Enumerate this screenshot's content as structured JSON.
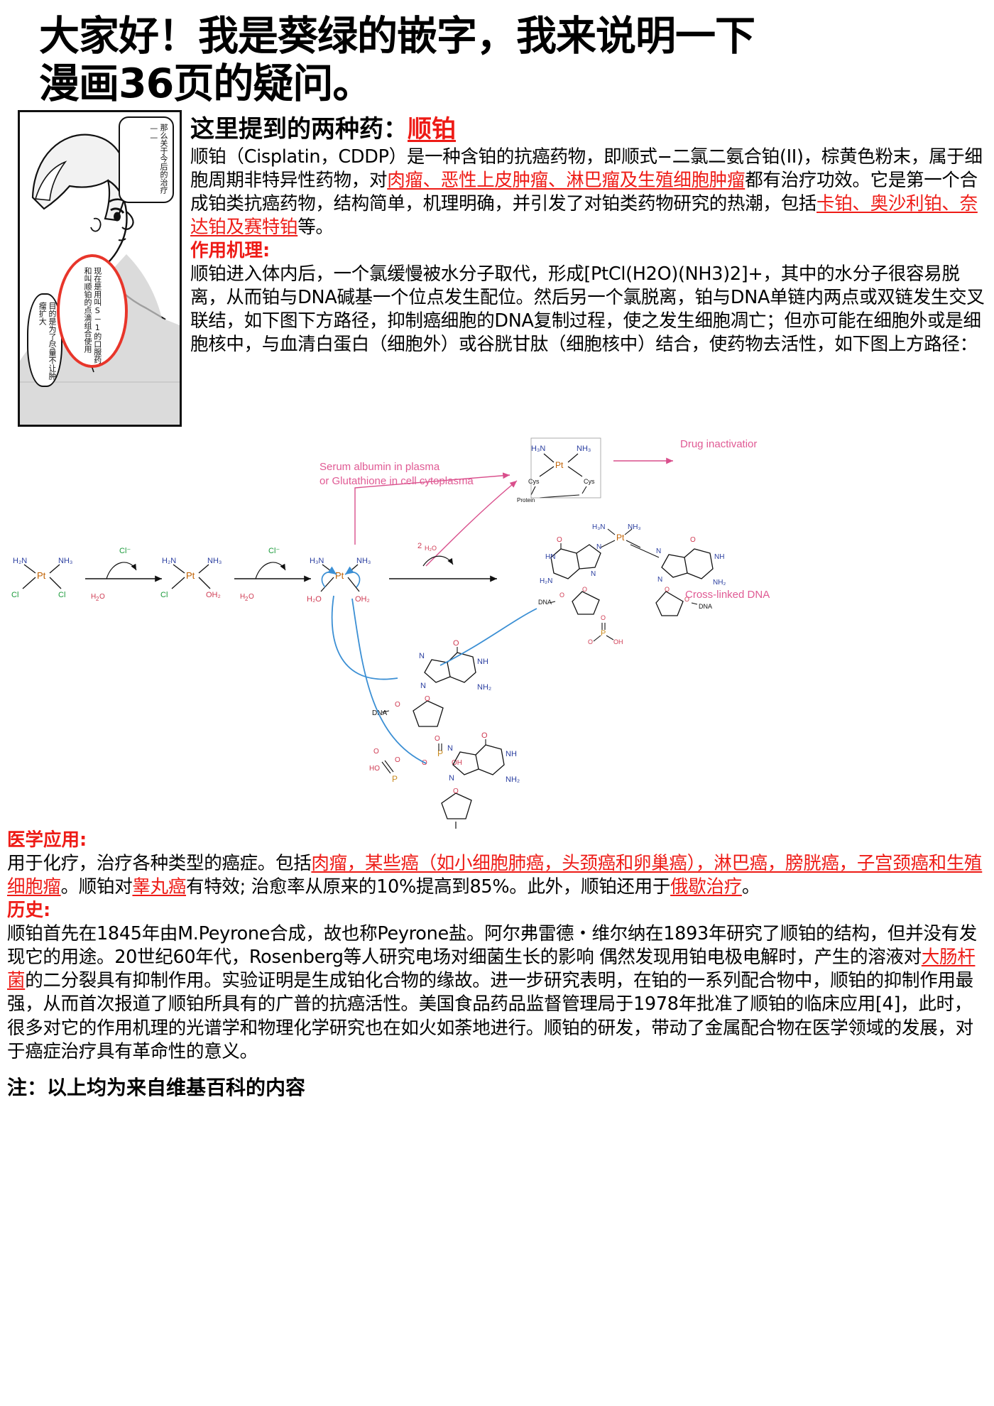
{
  "header": {
    "line1": "大家好！我是葵绿的嵌字，我来说明一下",
    "line2": "漫画36页的疑问。"
  },
  "manga": {
    "bubble_top": "那么关于今后的治疗——",
    "bubble_red": "现在是用叫S－1的口服药和叫顺铂的点滴组合使用",
    "bubble_left": "目的是为了尽量不让肿瘤扩大"
  },
  "intro": {
    "subtitle_prefix": "这里提到的两种药：",
    "subtitle_drug": "顺铂",
    "p1_a": "顺铂（Cisplatin，CDDP）是一种含铂的抗癌药物，即顺式−二氯二氨合铂(II)，棕黄色粉末，属于细胞周期非特异性药物，对",
    "p1_red1": "肉瘤、恶性上皮肿瘤、淋巴瘤及生殖细胞肿瘤",
    "p1_b": "都有治疗功效。它是第一个合成铂类抗癌药物，结构简单，机理明确，并引发了对铂类药物研究的热潮，包括",
    "p1_red2": "卡铂、奥沙利铂、奈达铂及赛特铂",
    "p1_c": "等。",
    "mech_head": "作用机理:",
    "p2": "顺铂进入体内后，一个氯缓慢被水分子取代，形成[PtCl(H2O)(NH3)2]+，其中的水分子很容易脱离，从而铂与DNA碱基一个位点发生配位。然后另一个氯脱离，铂与DNA单链内两点或双链发生交叉联结，如下图下方路径，抑制癌细胞的DNA复制过程，使之发生细胞凋亡；但亦可能在细胞外或是细胞核中，与血清白蛋白（细胞外）或谷胱甘肽（细胞核中）结合，使药物去活性，如下图上方路径："
  },
  "diagram": {
    "label_serum_l1": "Serum albumin in plasma",
    "label_serum_l2": "or Glutathione in cell cytoplasma",
    "label_inactivation": "Drug inactivatior",
    "label_crosslinked": "Cross-linked DNA",
    "label_2h2o": "2",
    "label_2h2o_sub": "H₂O",
    "label_h2o": "H₂O",
    "label_cl_minus": "Cl⁻",
    "atoms": {
      "pt": "Pt",
      "nh3": "NH₃",
      "cl": "Cl",
      "oh2": "OH₂",
      "h3n": "H₃N",
      "h2o": "H₂O",
      "cys": "Cys",
      "protein": "Protein",
      "dna": "DNA",
      "n": "N",
      "nh": "NH",
      "nh2": "NH₂",
      "o": "O",
      "p": "P",
      "oh": "OH",
      "hn": "HN",
      "h2n": "H₂N",
      "ho": "HO"
    }
  },
  "medical": {
    "head": "医学应用:",
    "a": "用于化疗，治疗各种类型的癌症。包括",
    "red1": "肉瘤，某些癌（如小细胞肺癌，头颈癌和卵巢癌），淋巴癌，膀胱癌，子宫颈癌和生殖细胞瘤",
    "b": "。顺铂对",
    "red2": "睾丸癌",
    "c": "有特效; 治愈率从原来的10%提高到85%。此外，顺铂还用于",
    "red3": "俄歇治疗",
    "d": "。"
  },
  "history": {
    "head": "历史:",
    "a": "顺铂首先在1845年由M.Peyrone合成，故也称Peyrone盐。阿尔弗雷德・维尔纳在1893年研究了顺铂的结构，但并没有发现它的用途。20世纪60年代，Rosenberg等人研究电场对细菌生长的影响 偶然发现用铂电极电解时，产生的溶液对",
    "red1": "大肠杆菌",
    "b": "的二分裂具有抑制作用。实验证明是生成铂化合物的缘故。进一步研究表明，在铂的一系列配合物中，顺铂的抑制作用最强，从而首次报道了顺铂所具有的广普的抗癌活性。美国食品药品监督管理局于1978年批准了顺铂的临床应用[4]，此时，很多对它的作用机理的光谱学和物理化学研究也在如火如荼地进行。顺铂的研发，带动了金属配合物在医学领域的发展，对于癌症治疗具有革命性的意义。"
  },
  "footer": {
    "note": "注：以上均为来自维基百科的内容"
  },
  "colors": {
    "red": "#ee1b16",
    "pink": "#e05a94",
    "blue": "#3b8fd4",
    "green": "#1a9a3a",
    "orange": "#c98a1e"
  }
}
